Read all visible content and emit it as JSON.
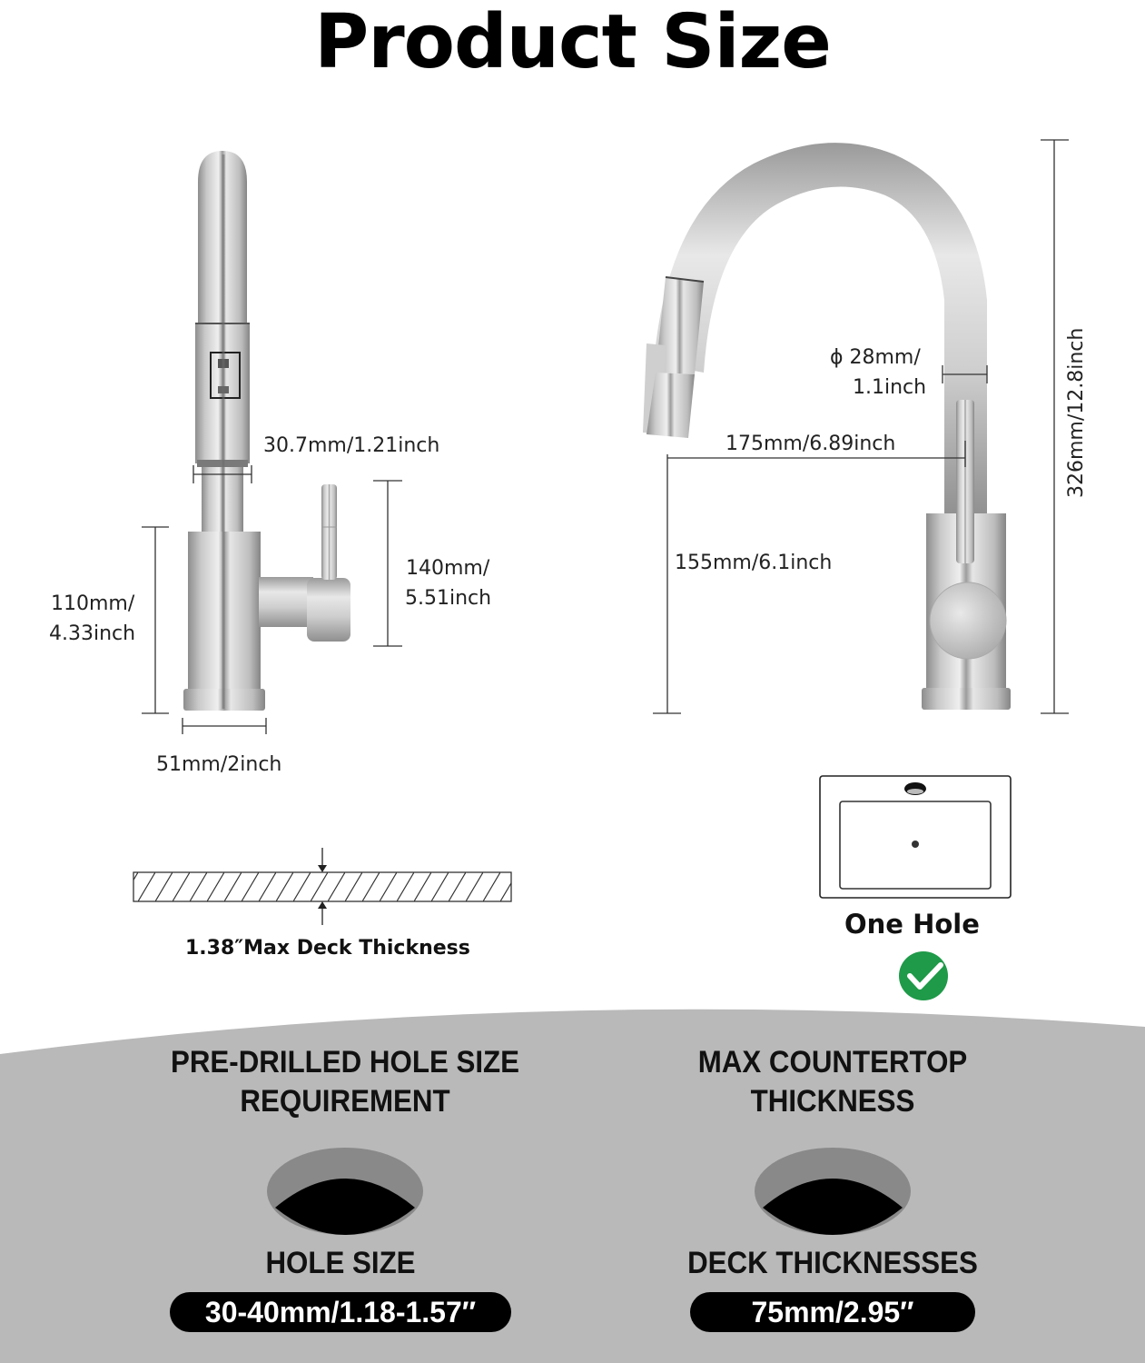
{
  "title": "Product Size",
  "front_view": {
    "spray_head_diameter": "30.7mm/1.21inch",
    "body_height_line1": "110mm/",
    "body_height_line2": "4.33inch",
    "handle_height_line1": "140mm/",
    "handle_height_line2": "5.51inch",
    "base_width": "51mm/2inch"
  },
  "side_view": {
    "pipe_diameter_line1": "ϕ 28mm/",
    "pipe_diameter_line2": "1.1inch",
    "spout_reach": "175mm/6.89inch",
    "spout_height": "155mm/6.1inch",
    "total_height": "326mm/12.8inch"
  },
  "deck": {
    "caption": "1.38″Max Deck Thickness"
  },
  "sink": {
    "label": "One Hole",
    "check_color": "#1e9a48"
  },
  "requirements": {
    "left": {
      "heading_line1": "PRE-DRILLED HOLE SIZE",
      "heading_line2": "REQUIREMENT",
      "sub_label": "HOLE SIZE",
      "value": "30-40mm/1.18-1.57″"
    },
    "right": {
      "heading_line1": "MAX COUNTERTOP",
      "heading_line2": "THICKNESS",
      "sub_label": "DECK THICKNESSES",
      "value": "75mm/2.95″"
    },
    "background_color": "#b9b9b9"
  }
}
